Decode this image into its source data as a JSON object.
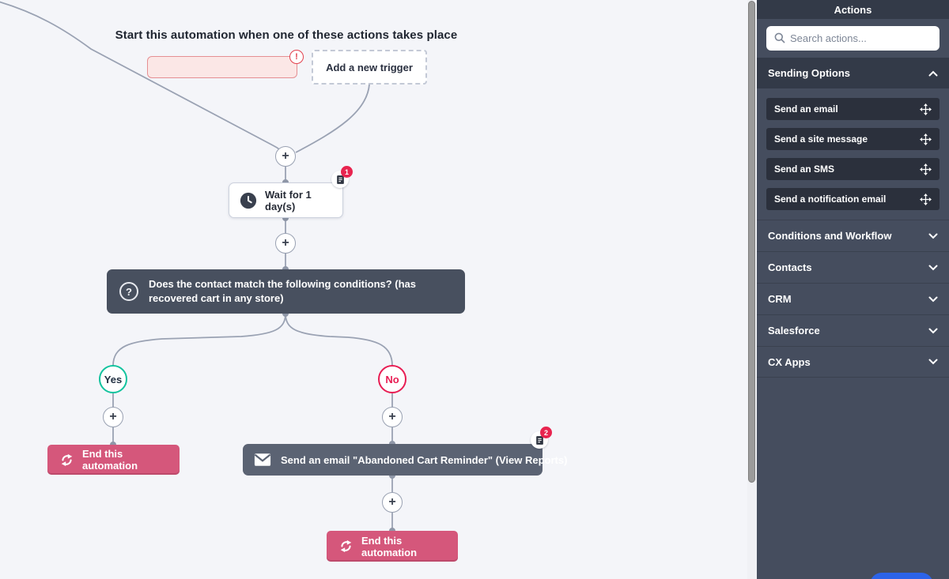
{
  "canvas": {
    "title": "Start this automation when one of these actions takes place",
    "trigger": {
      "error_mark": "!",
      "add_label": "Add a new trigger"
    },
    "plus": "+",
    "wait": {
      "label": "Wait for 1 day(s)",
      "badge": "1"
    },
    "condition": {
      "question_mark": "?",
      "label": "Does the contact match the following conditions? (has recovered cart in any store)"
    },
    "branch": {
      "yes": "Yes",
      "no": "No"
    },
    "end_left": {
      "label": "End this automation"
    },
    "email": {
      "label": "Send an email \"Abandoned Cart Reminder\" (View Reports)",
      "badge": "2"
    },
    "end_bottom": {
      "label": "End this automation"
    }
  },
  "sidebar": {
    "title": "Actions",
    "search": {
      "placeholder": "Search actions..."
    },
    "sending_section": {
      "label": "Sending Options"
    },
    "sending_items": [
      {
        "label": "Send an email"
      },
      {
        "label": "Send a site message"
      },
      {
        "label": "Send an SMS"
      },
      {
        "label": "Send a notification email"
      }
    ],
    "accordions": [
      {
        "label": "Conditions and Workflow"
      },
      {
        "label": "Contacts"
      },
      {
        "label": "CRM"
      },
      {
        "label": "Salesforce"
      },
      {
        "label": "CX Apps"
      }
    ]
  },
  "colors": {
    "accent_pink": "#d5577b",
    "teal": "#12c39e",
    "red": "#e81d53",
    "node_slate": "#48505f",
    "sidebar_bg": "#454d5e",
    "blue": "#2c63e8",
    "edge": "#9aa2b3"
  }
}
